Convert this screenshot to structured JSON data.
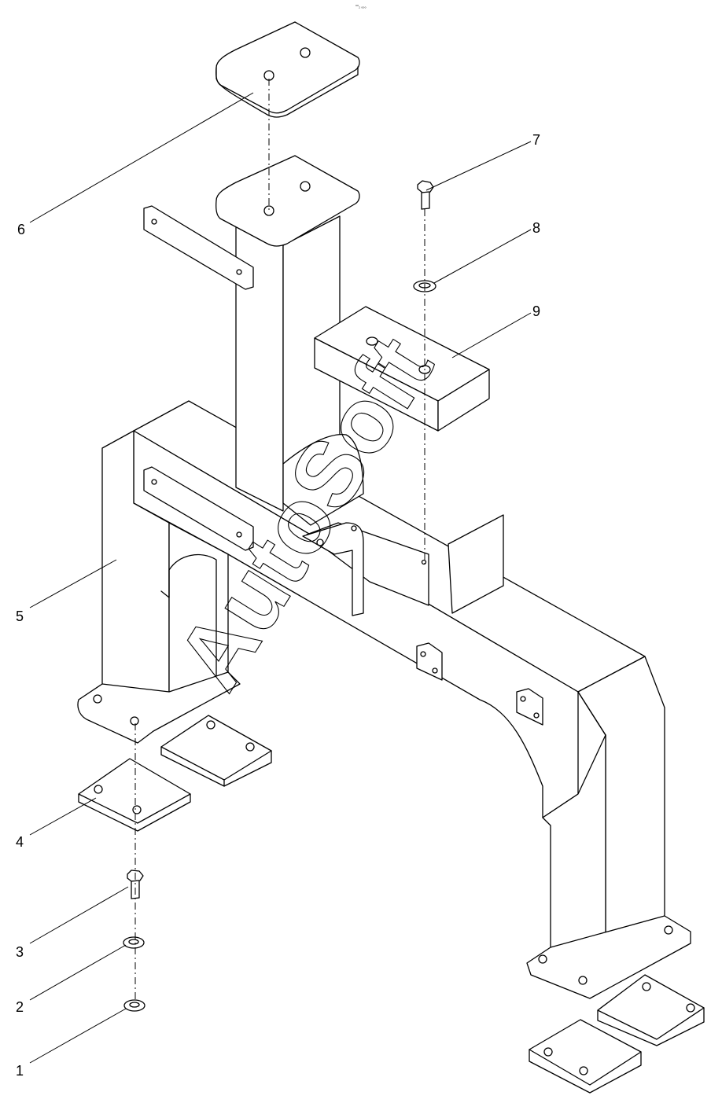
{
  "header_mark": "°°₂ ₀₀₀",
  "watermark": "AutoSoft",
  "callouts": [
    {
      "id": "1",
      "label": "1"
    },
    {
      "id": "2",
      "label": "2"
    },
    {
      "id": "3",
      "label": "3"
    },
    {
      "id": "4",
      "label": "4"
    },
    {
      "id": "5",
      "label": "5"
    },
    {
      "id": "6",
      "label": "6"
    },
    {
      "id": "7",
      "label": "7"
    },
    {
      "id": "8",
      "label": "8"
    },
    {
      "id": "9",
      "label": "9"
    }
  ]
}
